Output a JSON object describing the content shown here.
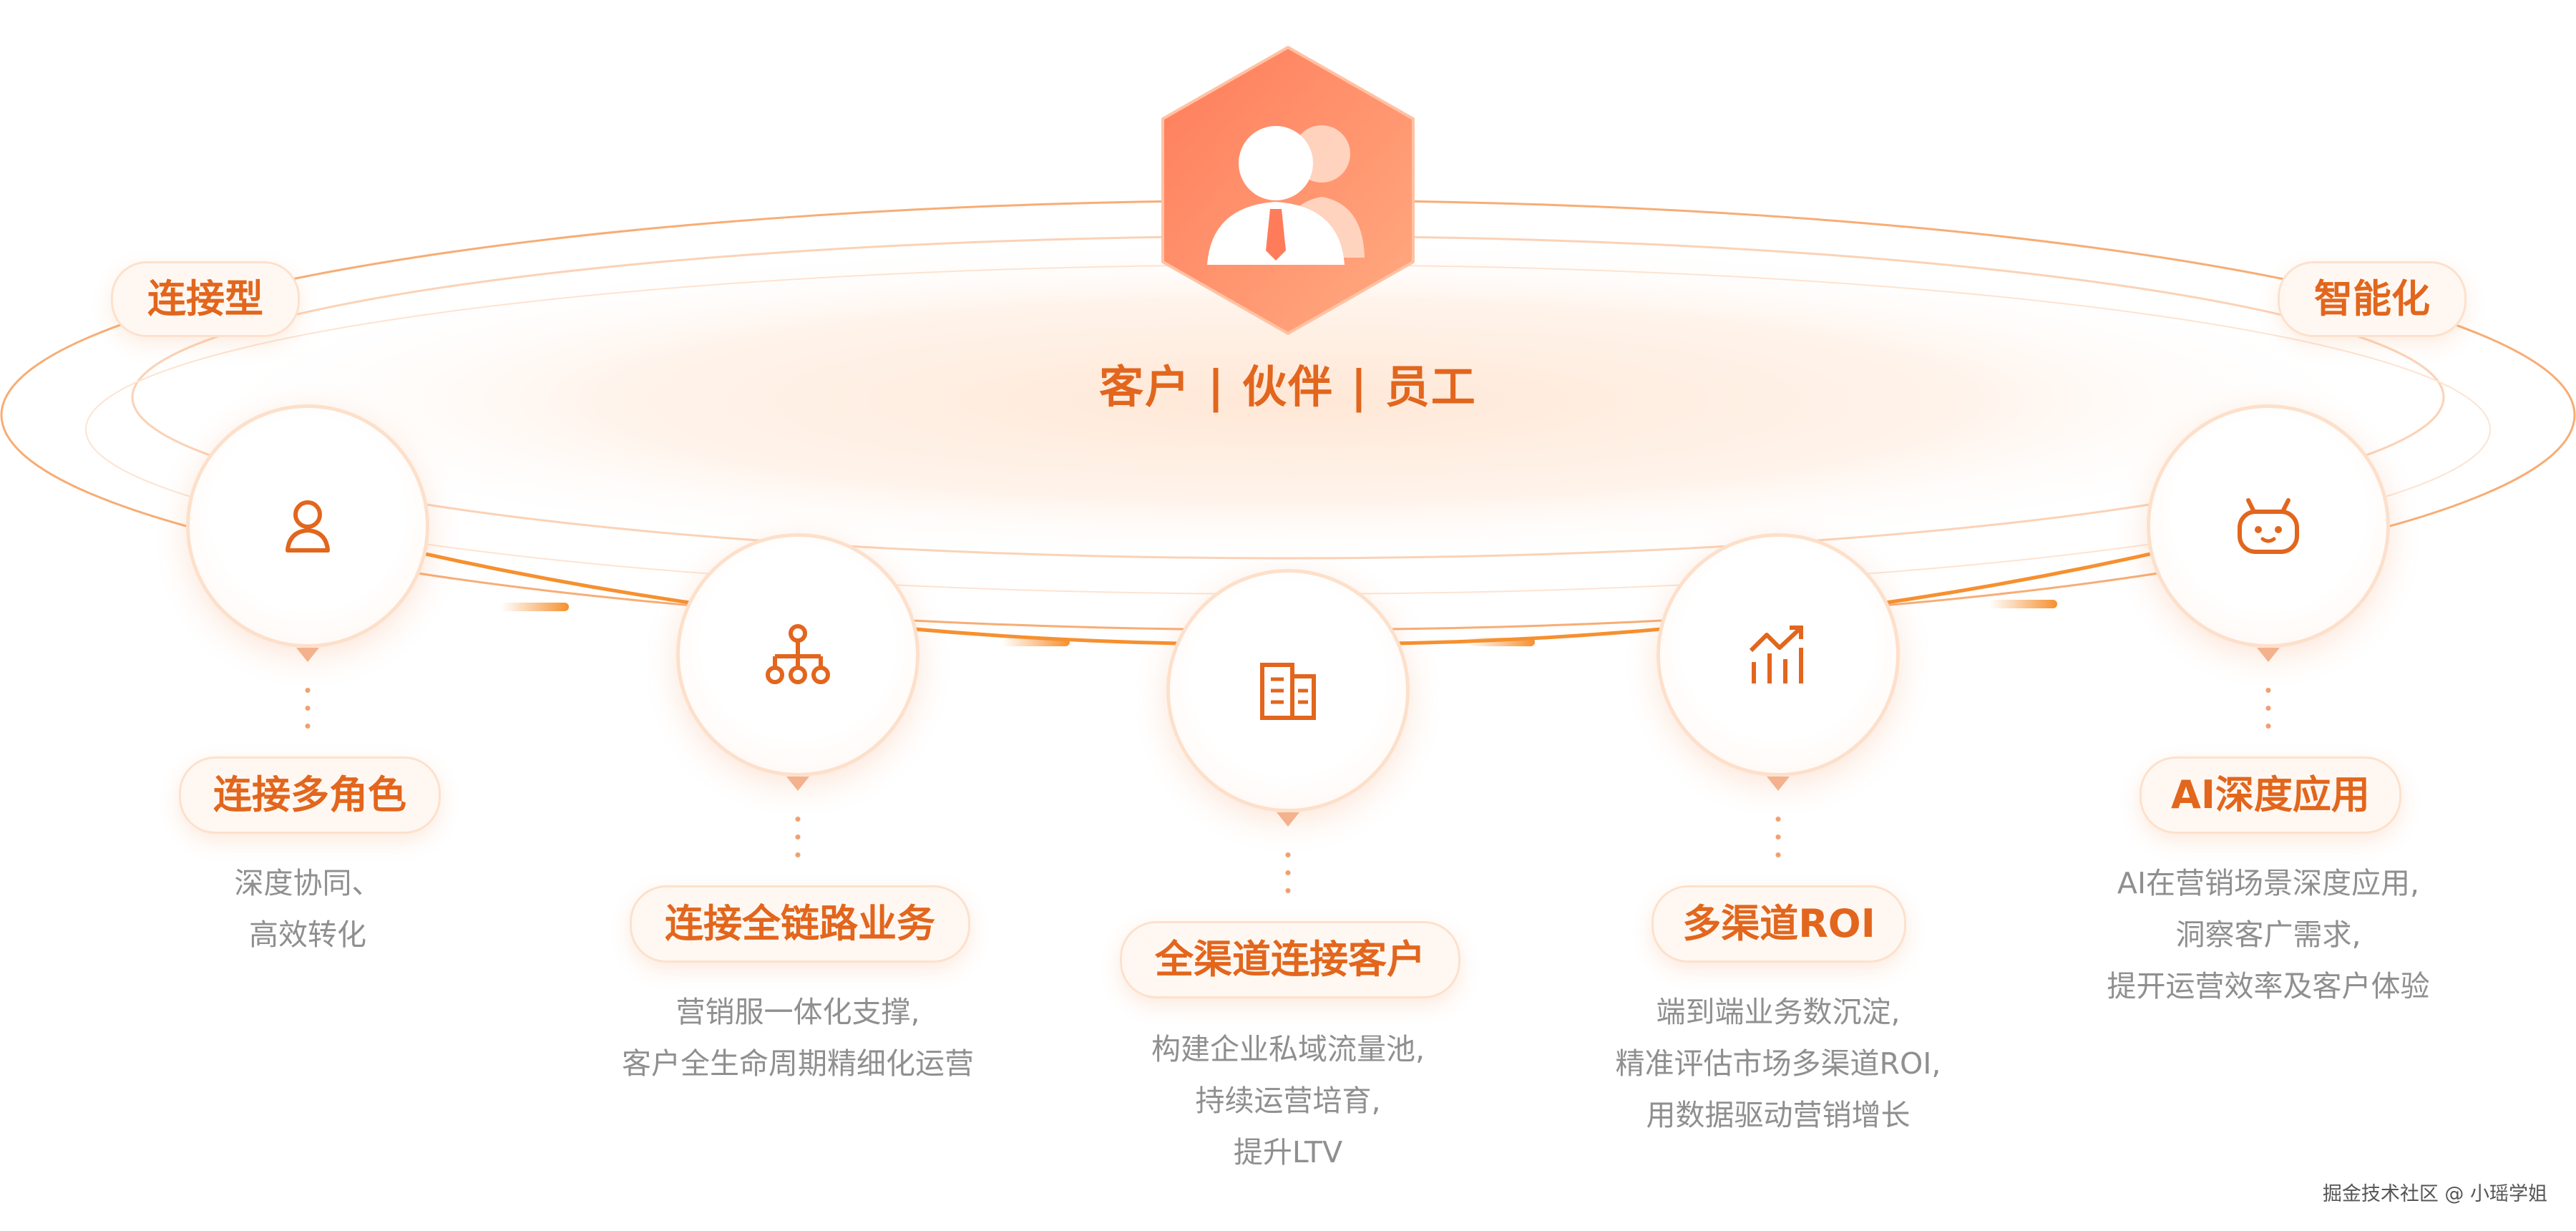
{
  "header": {
    "title": "客户 | 伙伴 | 员工",
    "hex_icon": "business-people-icon"
  },
  "tags": {
    "left": "连接型",
    "right": "智能化"
  },
  "features": [
    {
      "title": "连接多角色",
      "icon": "user-icon",
      "desc": [
        "深度协同、",
        "高效转化"
      ]
    },
    {
      "title": "连接全链路业务",
      "icon": "org-tree-icon",
      "desc": [
        "营销服一体化支撑,",
        "客户全生命周期精细化运营"
      ]
    },
    {
      "title": "全渠道连接客户",
      "icon": "building-icon",
      "desc": [
        "构建企业私域流量池,",
        "持续运营培育,",
        "提升LTV"
      ]
    },
    {
      "title": "多渠道ROI",
      "icon": "bar-chart-icon",
      "desc": [
        "端到端业务数沉淀,",
        "精准评估市场多渠道ROI,",
        "用数据驱动营销增长"
      ]
    },
    {
      "title": "AI深度应用",
      "icon": "robot-icon",
      "desc": [
        "AI在营销场景深度应用,",
        "洞察客广需求,",
        "提开运营效率及客户体验"
      ]
    }
  ],
  "watermark": "掘金技术社区 @ 小瑶学姐",
  "colors": {
    "accent": "#e2661d",
    "accent_light": "#ff9a6a",
    "border": "#fde1cc"
  }
}
